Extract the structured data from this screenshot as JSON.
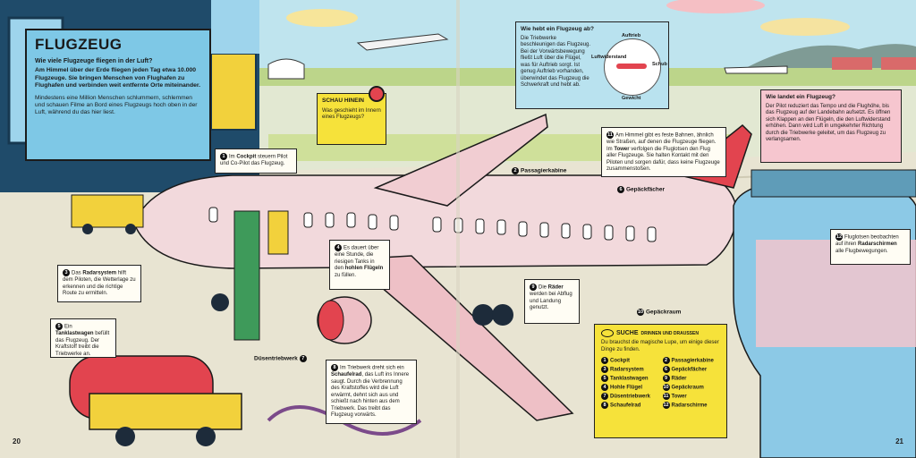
{
  "page_numbers": {
    "left": "20",
    "right": "21"
  },
  "title_box": {
    "title": "FLUGZEUG",
    "question": "Wie viele Flugzeuge fliegen in der Luft?",
    "lead": "Am Himmel über der Erde fliegen jeden Tag etwa 10.000 Flugzeuge. Sie bringen Menschen von Flughafen zu Flughafen und verbinden weit entfernte Orte miteinander.",
    "body": "Mindestens eine Million Menschen schlummern, schlemmen und schauen Filme an Bord eines Flugzeugs hoch oben in der Luft, während du das hier liest."
  },
  "schau_hinein": {
    "title": "SCHAU HINEIN",
    "text": "Was geschieht im Innern eines Flugzeugs?"
  },
  "callouts": {
    "c1": {
      "num": "1",
      "html_pre": "Im ",
      "bold": "Cockpit",
      "post": " steuern Pilot und Co-Pilot das Flugzeug."
    },
    "c3": {
      "num": "3",
      "pre": "Das ",
      "bold": "Radarsystem",
      "post": " hilft dem Piloten, die Wetterlage zu erkennen und die richtige Route zu ermitteln."
    },
    "c5": {
      "num": "5",
      "pre": "Ein ",
      "bold": "Tanklastwagen",
      "post": " befüllt das Flugzeug. Der Kraftstoff treibt die Triebwerke an."
    },
    "c4": {
      "num": "4",
      "pre": "Es dauert über eine Stunde, die riesigen Tanks in den ",
      "bold": "hohlen Flügeln",
      "post": " zu füllen."
    },
    "c9": {
      "num": "9",
      "pre": "Die ",
      "bold": "Räder",
      "post": " werden bei Abflug und Landung genutzt."
    },
    "c8": {
      "num": "8",
      "pre": "Im Triebwerk dreht sich ein ",
      "bold": "Schaufelrad",
      "post": ", das Luft ins Innere saugt. Durch die Verbrennung des Kraftstoffes wird die Luft erwärmt, dehnt sich aus und schießt nach hinten aus dem Triebwerk. Das treibt das Flugzeug vorwärts."
    },
    "c11": {
      "num": "11",
      "pre": "Am Himmel gibt es feste Bahnen, ähnlich wie Straßen, auf denen die Flugzeuge fliegen. Im ",
      "bold": "Tower",
      "post": " verfolgen die Fluglotsen den Flug aller Flugzeuge. Sie halten Kontakt mit den Piloten und sorgen dafür, dass keine Flugzeuge zusammenstoßen."
    },
    "c12": {
      "num": "12",
      "pre": "Fluglotsen beobachten auf ihren ",
      "bold": "Radarschirmen",
      "post": " alle Flugbewegungen."
    }
  },
  "labels": {
    "passagierkabine": {
      "num": "2",
      "text": "Passagierkabine"
    },
    "gepaeckfaecher": {
      "num": "6",
      "text": "Gepäckfächer"
    },
    "gepaeckraum": {
      "num": "10",
      "text": "Gepäckraum"
    },
    "duesentriebwerk": {
      "num": "7",
      "text": "Düsentriebwerk"
    }
  },
  "lift_box": {
    "title": "Wie hebt ein Flugzeug ab?",
    "text": "Die Triebwerke beschleunigen das Flugzeug. Bei der Vorwärtsbewegung fließt Luft über die Flügel, was für Auftrieb sorgt. Ist genug Auftrieb vorhanden, überwindet das Flugzeug die Schwerkraft und hebt ab.",
    "diagram": {
      "up": "Auftrieb",
      "right": "Schub",
      "left": "Luftwiderstand",
      "down": "Gewicht"
    }
  },
  "landing_box": {
    "title": "Wie landet ein Flugzeug?",
    "text": "Der Pilot reduziert das Tempo und die Flughöhe, bis das Flugzeug auf der Landebahn aufsetzt. Es öffnen sich Klappen an den Flügeln, die den Luftwiderstand erhöhen. Dann wird Luft in umgekehrter Richtung durch die Triebwerke geleitet, um das Flugzeug zu verlangsamen."
  },
  "search_box": {
    "title": "SUCHE",
    "title_small": "DRINNEN UND DRAUSSEN",
    "intro": "Du brauchst die magische Lupe, um einige dieser Dinge zu finden.",
    "items": [
      {
        "num": "1",
        "text": "Cockpit"
      },
      {
        "num": "2",
        "text": "Passagierkabine"
      },
      {
        "num": "3",
        "text": "Radarsystem"
      },
      {
        "num": "6",
        "text": "Gepäckfächer"
      },
      {
        "num": "5",
        "text": "Tanklastwagen"
      },
      {
        "num": "9",
        "text": "Räder"
      },
      {
        "num": "4",
        "text": "Hohle Flügel"
      },
      {
        "num": "10",
        "text": "Gepäckraum"
      },
      {
        "num": "7",
        "text": "Düsentriebwerk"
      },
      {
        "num": "11",
        "text": "Tower"
      },
      {
        "num": "8",
        "text": "Schaufelrad"
      },
      {
        "num": "12",
        "text": "Radarschirme"
      }
    ]
  },
  "colors": {
    "sky": "#bfe4ee",
    "ground": "#dfe7d0",
    "tarmac": "#e9e6d6",
    "plane_body": "#f2d9dc",
    "plane_red": "#e2444f",
    "tower": "#8cc9e6",
    "yellow": "#f6e23a",
    "pink": "#f6c6cf"
  }
}
